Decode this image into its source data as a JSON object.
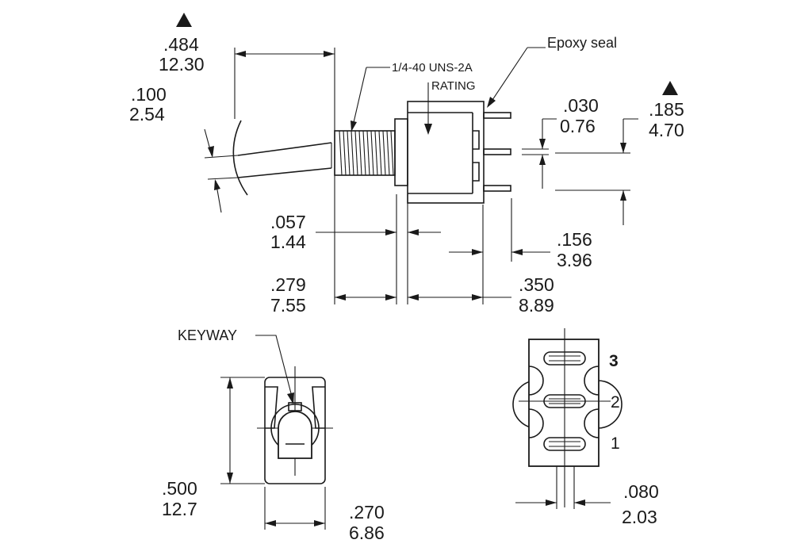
{
  "labels": {
    "thread": "1/4-40 UNS-2A",
    "rating": "RATING",
    "epoxy": "Epoxy seal",
    "keyway": "KEYWAY"
  },
  "dimensions": {
    "lever_length": {
      "inch": ".484",
      "mm": "12.30"
    },
    "lever_dia": {
      "inch": ".100",
      "mm": "2.54"
    },
    "bushing_flange": {
      "inch": ".057",
      "mm": "1.44"
    },
    "bushing_length": {
      "inch": ".279",
      "mm": "7.55"
    },
    "body_depth": {
      "inch": ".350",
      "mm": "8.89"
    },
    "terminal_length": {
      "inch": ".156",
      "mm": "3.96"
    },
    "terminal_thickness": {
      "inch": ".030",
      "mm": "0.76"
    },
    "terminal_pitch": {
      "inch": ".185",
      "mm": "4.70"
    },
    "body_height": {
      "inch": ".500",
      "mm": "12.7"
    },
    "body_width": {
      "inch": ".270",
      "mm": "6.86"
    },
    "terminal_width": {
      "inch": ".080",
      "mm": "2.03"
    }
  },
  "pins": [
    "3",
    "2",
    "1"
  ],
  "revision_marks": [
    "lever_length",
    "terminal_pitch"
  ]
}
